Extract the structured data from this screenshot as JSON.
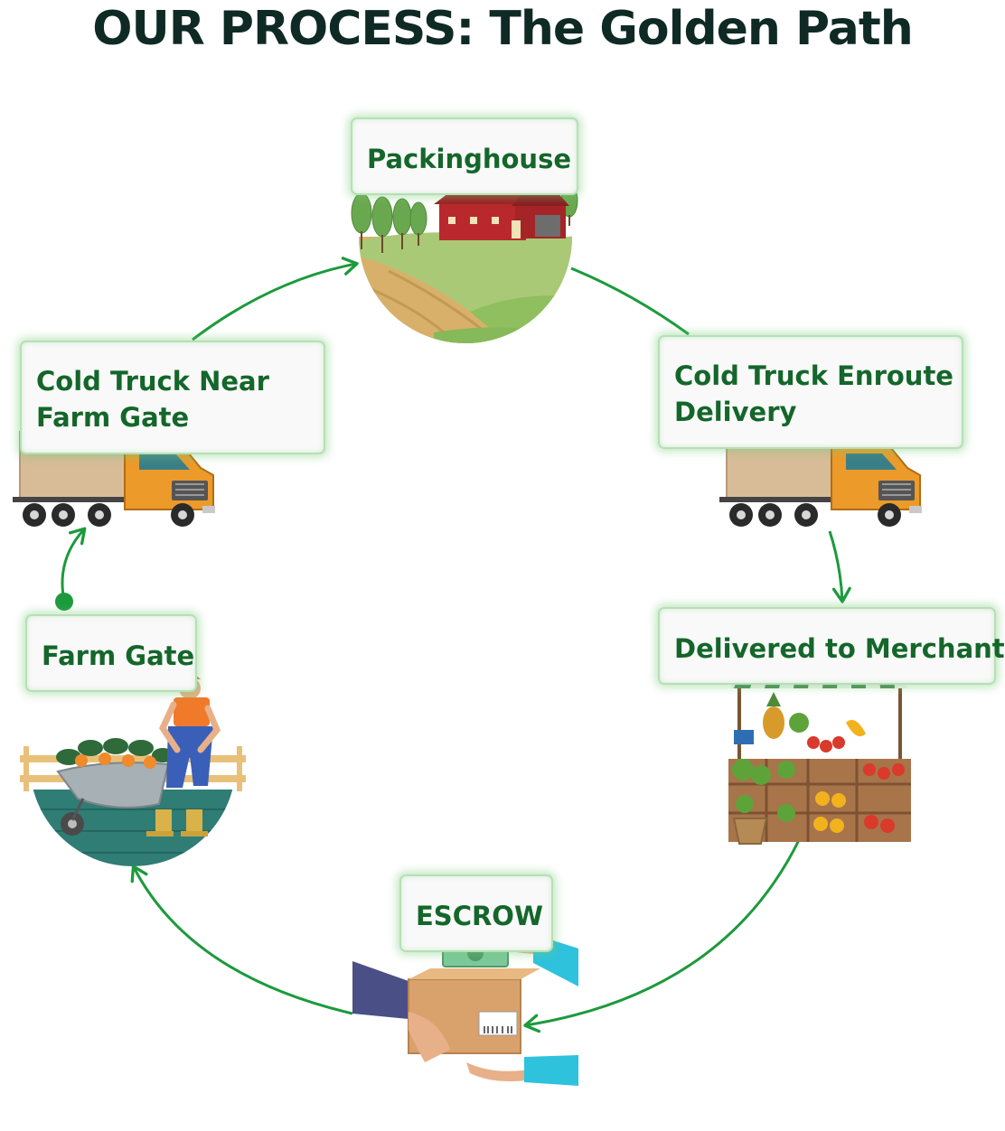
{
  "title": "OUR PROCESS: The Golden Path",
  "steps": {
    "packinghouse": "Packinghouse",
    "cold_truck_enroute_line1": "Cold Truck Enroute",
    "cold_truck_enroute_line2": "Delivery",
    "delivered_to_merchant": "Delivered to Merchant",
    "escrow": "ESCROW",
    "farm_gate": "Farm Gate",
    "cold_truck_near_line1": "Cold Truck Near",
    "cold_truck_near_line2": "Farm Gate"
  },
  "colors": {
    "arrow": "#1c9a3c",
    "label_text": "#14662a",
    "title_text": "#0f2a24"
  }
}
